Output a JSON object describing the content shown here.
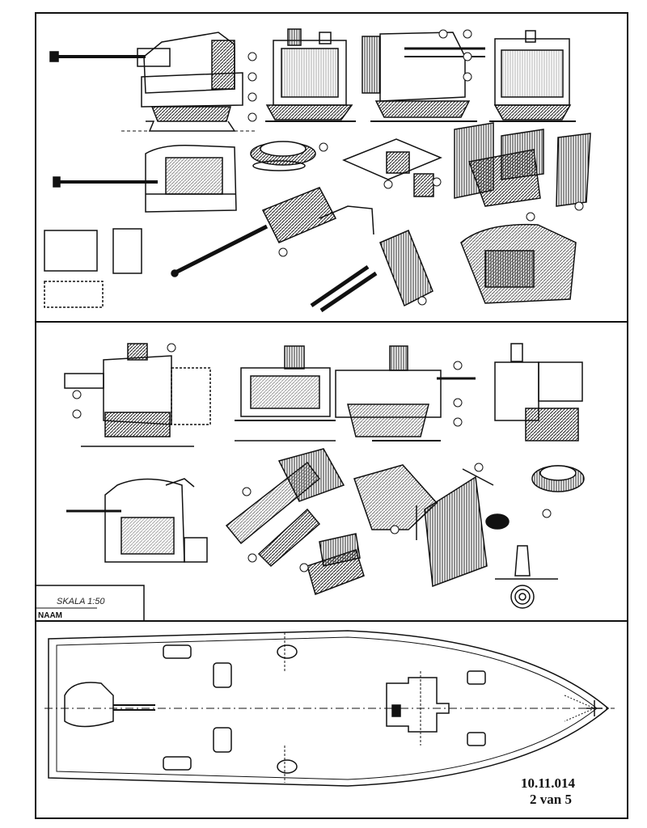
{
  "sheet": {
    "scale_label": "SKALA 1:50",
    "name_label": "NAAM",
    "code": "10.11.014",
    "page": "2 van 5"
  },
  "colors": {
    "ink": "#111111",
    "paper": "#ffffff"
  }
}
